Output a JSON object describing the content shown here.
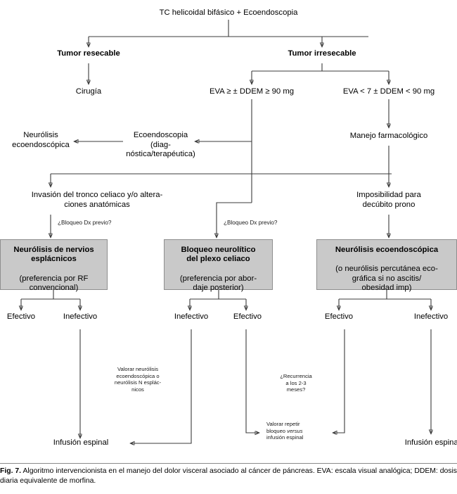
{
  "figure": {
    "label": "Fig. 7.",
    "caption": "Algoritmo intervencionista en el manejo del dolor visceral asociado al cáncer de páncreas. EVA: escala visual analógica; DDEM: dosis diaria equivalente de morfina."
  },
  "colors": {
    "box_fill": "#c9c9c9",
    "box_border": "#8e8e8e",
    "line": "#3b3b3b",
    "text": "#000000",
    "background": "#ffffff"
  },
  "diagram": {
    "type": "flowchart",
    "title": "Algoritmo intervencionista en el manejo del dolor visceral asociado al cáncer de páncreas",
    "nodes": {
      "root": "TC helicoidal bifásico + Ecoendoscopia",
      "tumor_resecable": "Tumor resecable",
      "tumor_irresecable": "Tumor irresecable",
      "cirugia": "Cirugía",
      "eva_alta": "EVA ≥ ± DDEM ≥ 90 mg",
      "eva_baja": "EVA < 7 ± DDEM < 90 mg",
      "ecoendoscopia": "Ecoendoscopia (diag-\nnóstica/terapéutica)",
      "neurolisis_eco": "Neurólisis\necoendoscópica",
      "manejo_farmacologico": "Manejo farmacológico",
      "invasion_tronco": "Invasión del tronco celiaco y/o altera-\nciones anatómicas",
      "imposibilidad": "Imposibilidad para\ndecúbito prono"
    },
    "decision_labels": {
      "bloqueo_dx_left": "¿Bloqueo Dx previo?",
      "bloqueo_dx_mid": "¿Bloqueo Dx previo?"
    },
    "gray_boxes": [
      {
        "id": "box-neurolisis-esplacnicos",
        "bold_lines": "Neurólisis de nervios\nesplácnicos",
        "normal_lines": "(preferencia por RF\nconvencional)"
      },
      {
        "id": "box-bloqueo-plexo-celiaco",
        "bold_lines": "Bloqueo neurolítico\ndel plexo celiaco",
        "normal_lines": "(preferencia por abor-\ndaje posterior)"
      },
      {
        "id": "box-neurolisis-ecoendoscopica",
        "bold_lines": "Neurólisis ecoendoscópica",
        "normal_lines": "(o neurólisis percutánea eco-\ngráfica si no ascitis/\nobesidad imp)"
      }
    ],
    "outcomes": {
      "b1_left": "Efectivo",
      "b1_right": "Inefectivo",
      "b2_left": "Inefectivo",
      "b2_right": "Efectivo",
      "b3_left": "Efectivo",
      "b3_right": "Inefectivo"
    },
    "annotations": {
      "valorar_neurolisis": "Valorar neurólisis\necoendoscópica o\nneurólisis N esplác-\nnicos",
      "recurrencia": "¿Recurrencia\na los 2-3\nmeses?",
      "valorar_repetir_pre": "Valorar repetir\nbloqueo ",
      "valorar_repetir_em": "versus",
      "valorar_repetir_post": "\ninfusión espinal"
    },
    "endpoints": {
      "infusion_left": "Infusión espinal",
      "infusion_right": "Infusión espinal"
    }
  }
}
